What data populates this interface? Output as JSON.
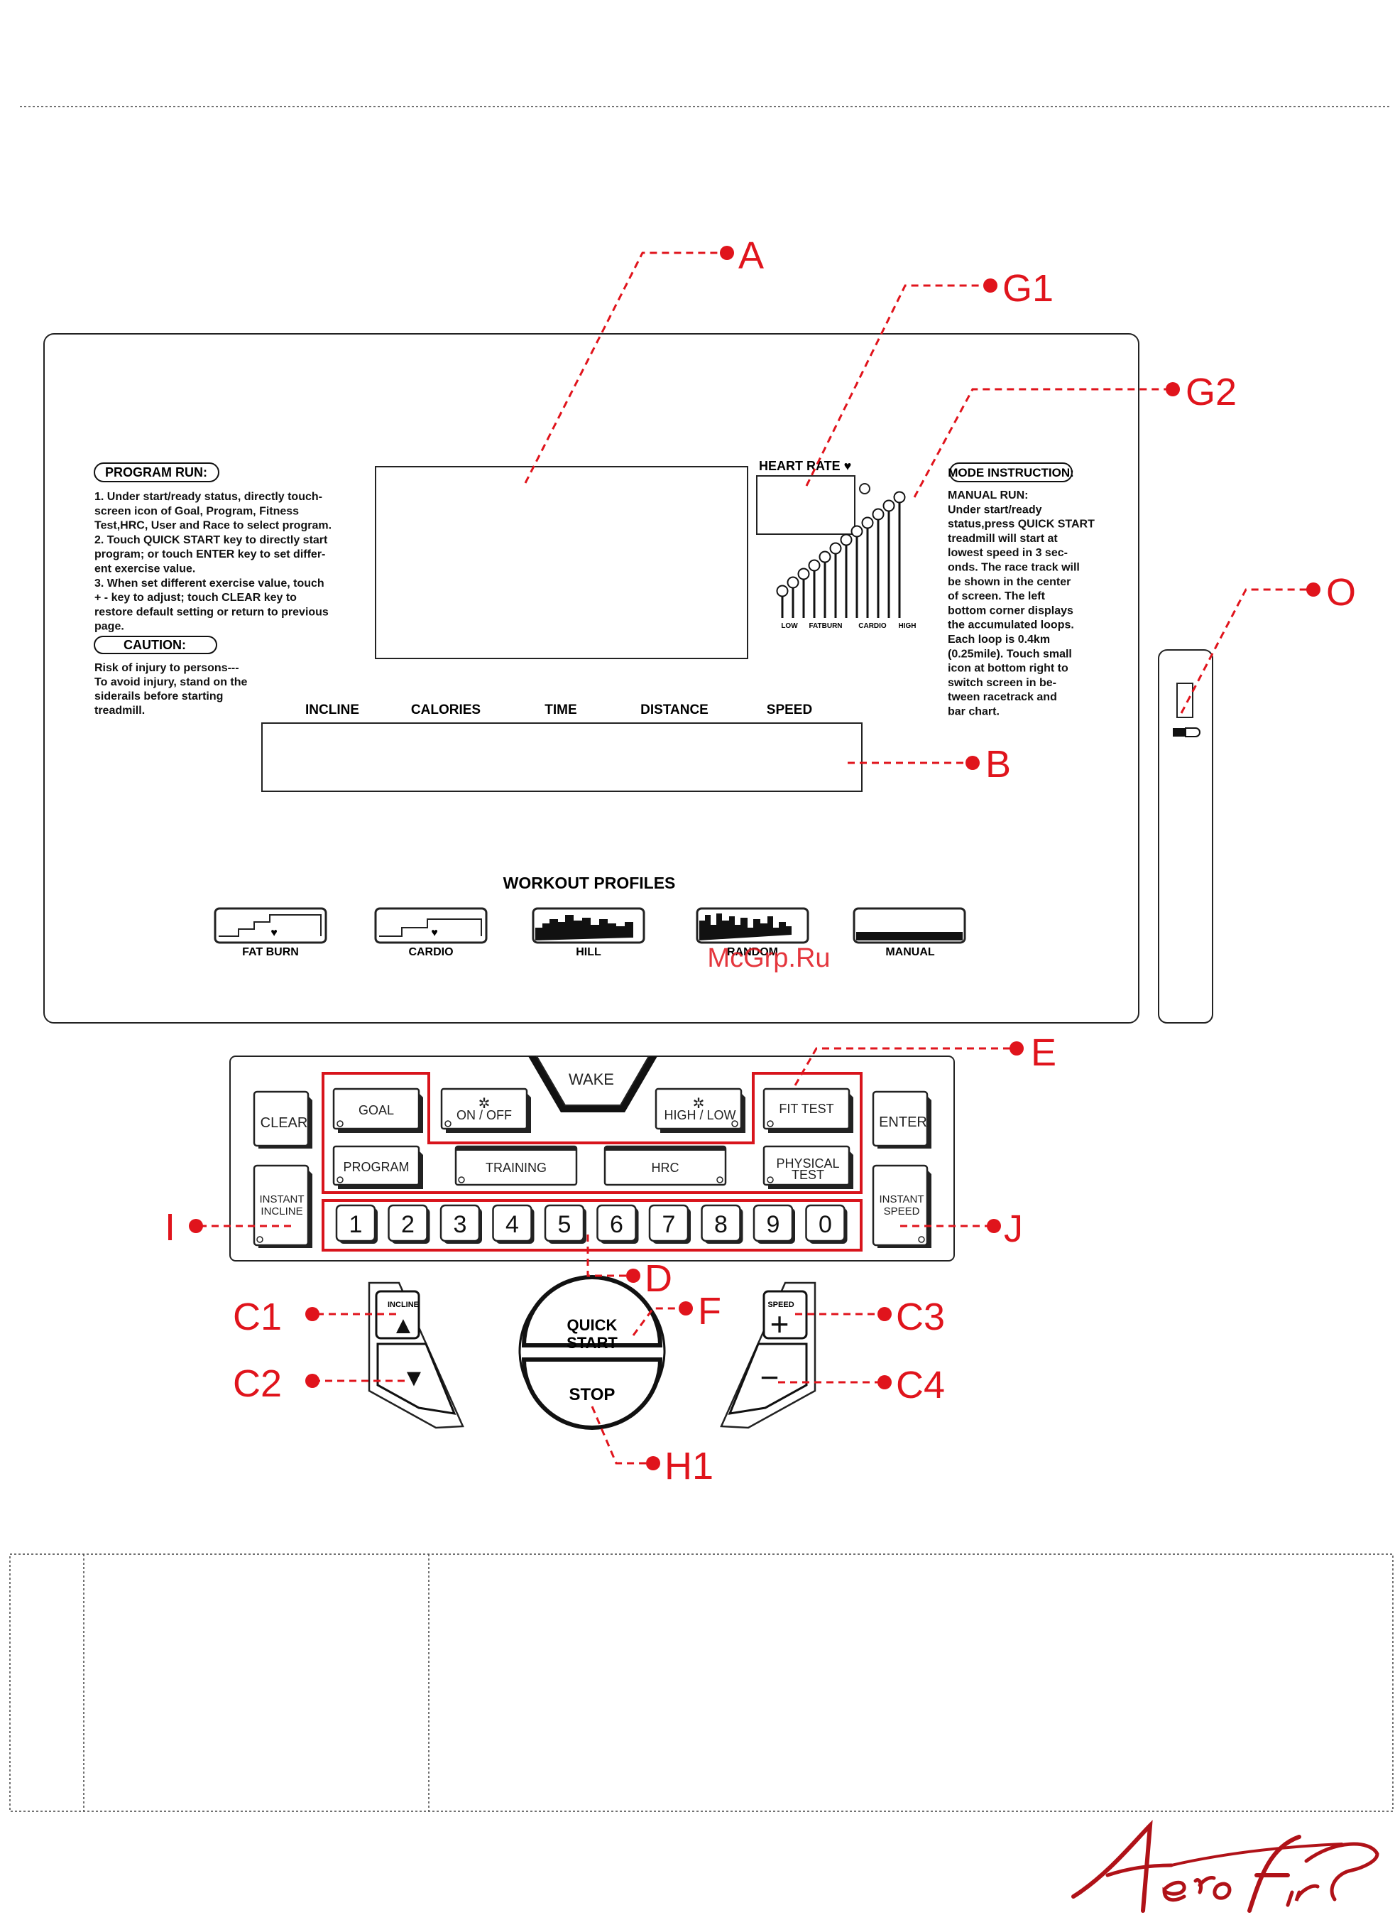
{
  "console": {
    "program_run": {
      "title": "PROGRAM RUN:",
      "lines": [
        "1. Under start/ready status, directly touch-",
        "screen icon of Goal, Program, Fitness",
        "Test,HRC, User and Race to select program.",
        "2. Touch QUICK START key to directly start",
        "program; or touch ENTER key to set differ-",
        "ent exercise value.",
        "3. When set different exercise value, touch",
        "+ - key to adjust; touch CLEAR key to",
        "restore default setting or return to previous",
        "page."
      ]
    },
    "caution": {
      "title": "CAUTION:",
      "lines": [
        "Risk of injury to persons---",
        "To avoid injury, stand on the",
        "siderails before starting",
        "treadmill."
      ]
    },
    "heart_rate": {
      "title": "HEART RATE ♥",
      "zones": [
        "LOW",
        "FATBURN",
        "CARDIO",
        "HIGH"
      ]
    },
    "mode_instruction": {
      "title": "MODE INSTRUCTION:",
      "lines": [
        "MANUAL RUN:",
        "Under start/ready",
        "status,press QUICK START",
        "treadmill will start at",
        "lowest speed in 3 sec-",
        "onds. The race track will",
        "be shown in the center",
        "of screen. The left",
        "bottom corner displays",
        "the accumulated loops.",
        "Each loop is 0.4km",
        "(0.25mile). Touch small",
        "icon at bottom right to",
        "switch screen in be-",
        "tween racetrack and",
        "bar chart."
      ]
    },
    "metrics": [
      "INCLINE",
      "CALORIES",
      "TIME",
      "DISTANCE",
      "SPEED"
    ],
    "workout_profiles": {
      "title": "WORKOUT PROFILES",
      "items": [
        "FAT BURN",
        "CARDIO",
        "HILL",
        "RANDOM",
        "MANUAL"
      ]
    },
    "watermark": "McGrp.Ru"
  },
  "keypad": {
    "wake": "WAKE",
    "clear": "CLEAR",
    "enter": "ENTER",
    "goal": "GOAL",
    "fan_on_off": "ON / OFF",
    "fan_high_low": "HIGH / LOW",
    "fit_test": "FIT TEST",
    "program": "PROGRAM",
    "training": "TRAINING",
    "hrc": "HRC",
    "physical_test_1": "PHYSICAL",
    "physical_test_2": "TEST",
    "instant_incline_1": "INSTANT",
    "instant_incline_2": "INCLINE",
    "instant_speed_1": "INSTANT",
    "instant_speed_2": "SPEED",
    "digits": [
      "1",
      "2",
      "3",
      "4",
      "5",
      "6",
      "7",
      "8",
      "9",
      "0"
    ],
    "incline_label": "INCLINE",
    "speed_label": "SPEED",
    "quick_1": "QUICK",
    "quick_2": "START",
    "stop": "STOP"
  },
  "callouts": [
    "A",
    "B",
    "G1",
    "G2",
    "O",
    "E",
    "I",
    "J",
    "D",
    "F",
    "C1",
    "C2",
    "C3",
    "C4",
    "H1"
  ],
  "brand": "AeroFit",
  "colors": {
    "callout": "#e0141c",
    "ink": "#111111"
  }
}
